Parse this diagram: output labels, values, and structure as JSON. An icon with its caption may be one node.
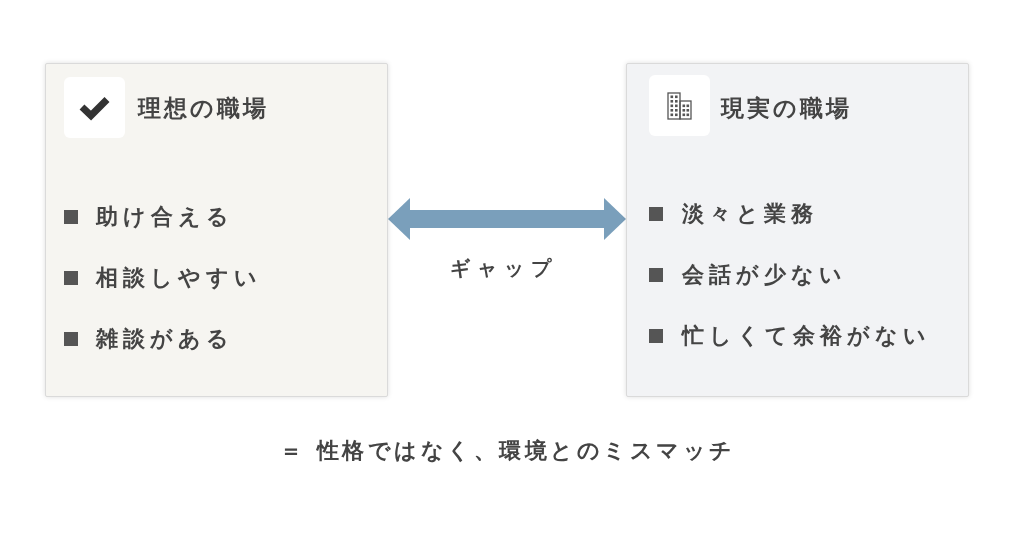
{
  "diagram": {
    "caption": "＝ 性格ではなく、環境とのミスマッチ",
    "nodes": [
      {
        "text": [
          "理想の職場",
          "助け合える",
          "相談しやすい",
          "雑談がある"
        ]
      },
      {
        "text": [
          "現実の職場",
          "淡々と業務",
          "会話が少ない",
          "忙しくて余裕がない"
        ]
      }
    ],
    "edges": [
      {
        "from": 0,
        "to": 1,
        "arrow": "both",
        "label": "ギャップ",
        "style": "thick"
      }
    ]
  }
}
